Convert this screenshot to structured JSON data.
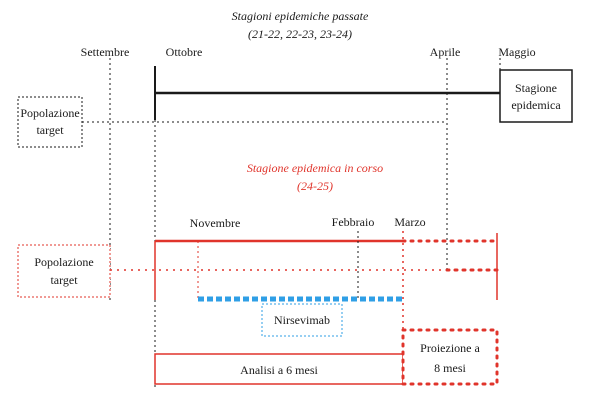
{
  "past": {
    "title_line1": "Stagioni epidemiche passate",
    "title_line2": "(21-22, 22-23, 23-24)"
  },
  "current": {
    "title_line1": "Stagione epidemica in corso",
    "title_line2": "(24-25)"
  },
  "months": {
    "settembre": "Settembre",
    "ottobre": "Ottobre",
    "aprile": "Aprile",
    "maggio": "Maggio",
    "novembre": "Novembre",
    "febbraio": "Febbraio",
    "marzo": "Marzo"
  },
  "boxes": {
    "target_past": [
      "Popolazione",
      "target"
    ],
    "stagione": [
      "Stagione",
      "epidemica"
    ],
    "target_current": [
      "Popolazione",
      "target"
    ],
    "nirsevimab": "Nirsevimab",
    "analisi": "Analisi a 6 mesi",
    "proiezione": [
      "Proiezione a",
      "8 mesi"
    ]
  },
  "colors": {
    "black": "#1a1a1a",
    "red": "#e0342b",
    "blue": "#2f9fe6"
  }
}
